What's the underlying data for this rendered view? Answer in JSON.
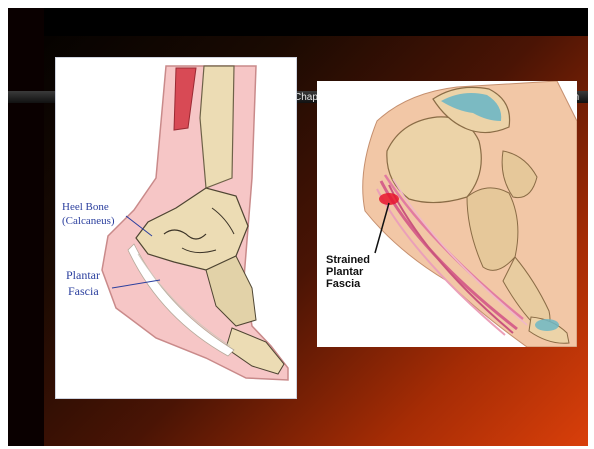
{
  "slide": {
    "header_left_fragment": "Chap",
    "header_right_fragment": "ram"
  },
  "left_figure": {
    "heel_bone_label_line1": "Heel Bone",
    "heel_bone_label_line2": "(Calcaneus)",
    "plantar_label_line1": "Plantar",
    "plantar_label_line2": "Fascia"
  },
  "right_figure": {
    "label_line1": "Strained",
    "label_line2": "Plantar",
    "label_line3": "Fascia"
  },
  "colors": {
    "background_dark": "#000000",
    "background_accent": "#d93f0a",
    "label_blue": "#2b3f9e",
    "skin_pink": "#f4b8b8",
    "bone_tan": "#ecdcb4",
    "muscle_red": "#d84a55",
    "cartilage_teal": "#6fb7c4"
  }
}
